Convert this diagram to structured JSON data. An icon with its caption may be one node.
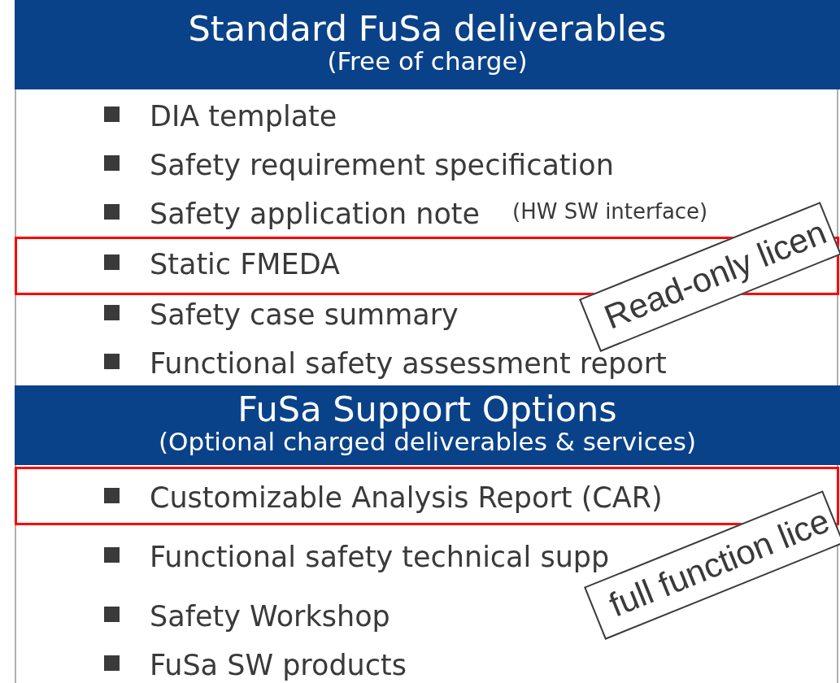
{
  "diagram": {
    "nodes": [
      {
        "text": [
          "Standard FuSa deliverables",
          "(Free of charge)"
        ]
      },
      {
        "text": [
          "Static FMEDA"
        ]
      },
      {
        "text": [
          "FuSa Support Options",
          "(Optional charged deliverables & services)"
        ]
      },
      {
        "text": [
          "Customizable Analysis Report (CAR)"
        ]
      },
      {
        "text": [
          "Read-only licen"
        ]
      },
      {
        "text": [
          "full function lice"
        ]
      }
    ],
    "labels": [
      "DIA template",
      "Safety requirement specification",
      "Safety application note",
      "(HW SW interface)",
      "Safety case summary",
      "Functional safety assessment report",
      "Functional safety technical supp",
      "Safety Workshop",
      "FuSa SW products"
    ]
  }
}
